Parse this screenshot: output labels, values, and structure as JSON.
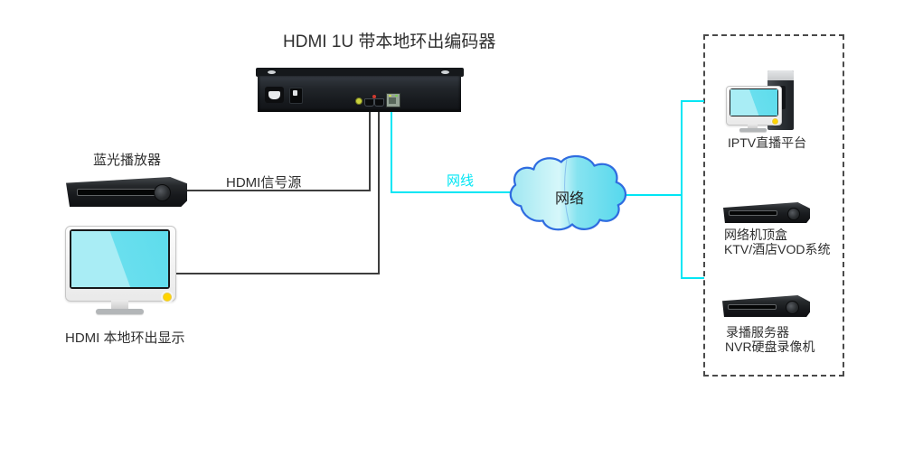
{
  "title": "HDMI 1U 带本地环出编码器",
  "labels": {
    "bluray": "蓝光播放器",
    "hdmi_source": "HDMI信号源",
    "local_display": "HDMI 本地环出显示",
    "cable": "网线",
    "cloud": "网络",
    "iptv": "IPTV直播平台",
    "stb_line1": "网络机顶盒",
    "stb_line2": "KTV/酒店VOD系统",
    "nvr_line1": "录播服务器",
    "nvr_line2": "NVR硬盘录像机"
  },
  "colors": {
    "cable_cyan": "#00E6F4",
    "signal_line_black": "#3D3D3D",
    "cloud_stroke": "#2F6CE0",
    "cloud_fill_light": "#D6F7FA",
    "cloud_fill_dark": "#55D8ED",
    "screen_cyan": "#69DFEE",
    "dashed_border": "#4A4A4A"
  }
}
